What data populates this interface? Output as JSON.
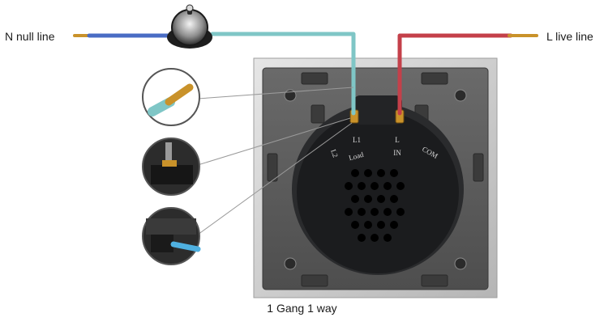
{
  "labels": {
    "neutral_line": "N null line",
    "live_line": "L live line",
    "caption": "1 Gang 1 way"
  },
  "terminals": {
    "load": "L1",
    "load_sub": "Load",
    "input": "L",
    "input_sub": "IN",
    "com": "COM",
    "l2": "L2"
  },
  "colors": {
    "neutral_wire": "#4a6cc4",
    "load_wire": "#7fc6c6",
    "live_wire": "#c4404a",
    "copper": "#c9922a",
    "switch_body": "#1b1c1e",
    "back_plate": "#5c5c5c",
    "frame": "#c9c9c9"
  }
}
